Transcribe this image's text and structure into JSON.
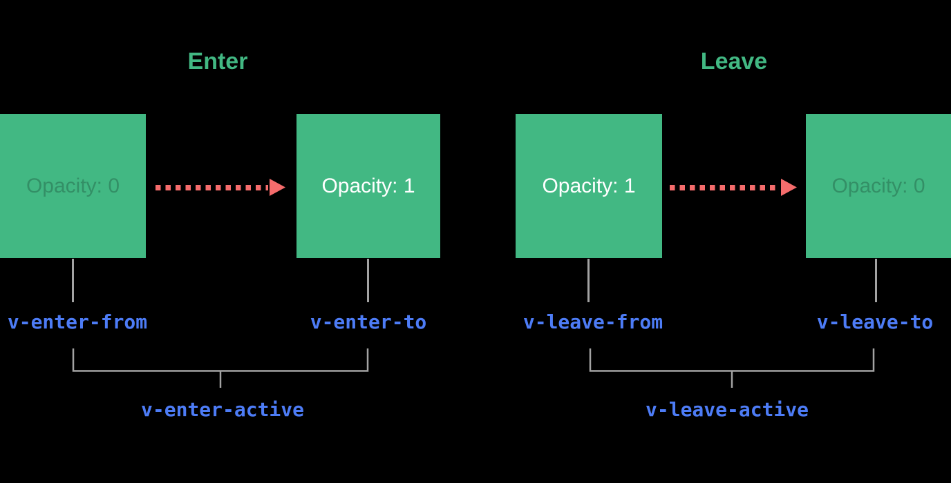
{
  "colors": {
    "background": "#000000",
    "green": "#42b883",
    "red": "#f56c6c",
    "blue": "#4d7cf6",
    "gray": "#a3a3a3",
    "white": "#ffffff",
    "faint_text": "rgba(0,0,0,0.22)"
  },
  "icons": {
    "arrow": "dashed-arrow-right-icon"
  },
  "sections": {
    "enter": {
      "title": "Enter",
      "from_box_text": "Opacity: 0",
      "to_box_text": "Opacity: 1",
      "from_label": "v-enter-from",
      "to_label": "v-enter-to",
      "active_label": "v-enter-active"
    },
    "leave": {
      "title": "Leave",
      "from_box_text": "Opacity: 1",
      "to_box_text": "Opacity: 0",
      "from_label": "v-leave-from",
      "to_label": "v-leave-to",
      "active_label": "v-leave-active"
    }
  }
}
